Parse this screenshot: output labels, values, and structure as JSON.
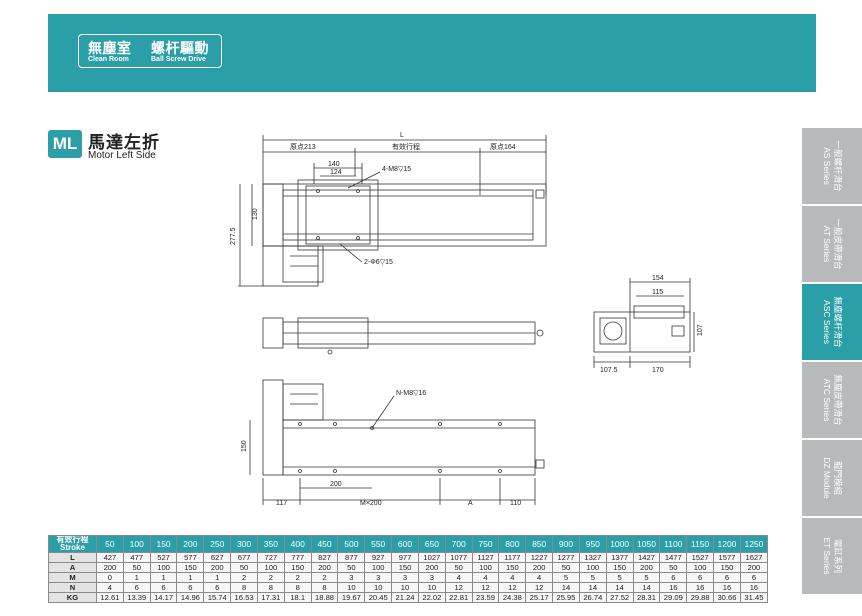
{
  "colors": {
    "teal": "#2a9fa8",
    "sidebar_gray": "#b8b9ba"
  },
  "header": {
    "cat1_zh": "無塵室",
    "cat2_zh": "螺杆驅動",
    "cat1_en": "Clean Room",
    "cat2_en": "Ball Screw Drive"
  },
  "section": {
    "code": "ML",
    "title_zh": "馬達左折",
    "title_en": "Motor Left Side"
  },
  "sidebar": {
    "tabs": [
      {
        "zh": "一般螺杆滑台",
        "en": "AS Series",
        "active": false
      },
      {
        "zh": "一般皮帶滑台",
        "en": "AT Series",
        "active": false
      },
      {
        "zh": "無塵螺杆滑台",
        "en": "ASC Series",
        "active": true
      },
      {
        "zh": "無塵皮帶滑台",
        "en": "ATC Series",
        "active": false
      },
      {
        "zh": "龍門模組",
        "en": "DZ Module",
        "active": false
      },
      {
        "zh": "電缸系列",
        "en": "ET Series",
        "active": false
      }
    ]
  },
  "drawing": {
    "top": {
      "L": "L",
      "origin_left": "原点213",
      "effective": "有效行程",
      "origin_right": "原点164",
      "dim140": "140",
      "dim124": "124",
      "hole4": "4-M8▽15",
      "hole2": "2-Φ6▽15",
      "dim130": "130",
      "dim2775": "277.5"
    },
    "side": {
      "dim154": "154",
      "dim115": "115",
      "dim107": "107",
      "dim1075": "107.5",
      "dim170": "170"
    },
    "bottom": {
      "holeN": "N-M8▽16",
      "dim150": "150",
      "dim200": "200",
      "dim117": "117",
      "dimM": "M×200",
      "dimA": "A",
      "dim110": "110"
    }
  },
  "table": {
    "stroke_zh": "有效行程",
    "stroke_en": "Stroke",
    "strokes": [
      "50",
      "100",
      "150",
      "200",
      "250",
      "300",
      "350",
      "400",
      "450",
      "500",
      "550",
      "600",
      "650",
      "700",
      "750",
      "800",
      "850",
      "900",
      "950",
      "1000",
      "1050",
      "1100",
      "1150",
      "1200",
      "1250"
    ],
    "rows": [
      {
        "label": "L",
        "values": [
          "427",
          "477",
          "527",
          "577",
          "627",
          "677",
          "727",
          "777",
          "827",
          "877",
          "927",
          "977",
          "1027",
          "1077",
          "1127",
          "1177",
          "1227",
          "1277",
          "1327",
          "1377",
          "1427",
          "1477",
          "1527",
          "1577",
          "1627"
        ]
      },
      {
        "label": "A",
        "values": [
          "200",
          "50",
          "100",
          "150",
          "200",
          "50",
          "100",
          "150",
          "200",
          "50",
          "100",
          "150",
          "200",
          "50",
          "100",
          "150",
          "200",
          "50",
          "100",
          "150",
          "200",
          "50",
          "100",
          "150",
          "200"
        ]
      },
      {
        "label": "M",
        "values": [
          "0",
          "1",
          "1",
          "1",
          "1",
          "2",
          "2",
          "2",
          "2",
          "3",
          "3",
          "3",
          "3",
          "4",
          "4",
          "4",
          "4",
          "5",
          "5",
          "5",
          "5",
          "6",
          "6",
          "6",
          "6"
        ]
      },
      {
        "label": "N",
        "values": [
          "4",
          "6",
          "6",
          "6",
          "6",
          "8",
          "8",
          "8",
          "8",
          "10",
          "10",
          "10",
          "10",
          "12",
          "12",
          "12",
          "12",
          "14",
          "14",
          "14",
          "14",
          "16",
          "16",
          "16",
          "16"
        ]
      },
      {
        "label": "KG",
        "values": [
          "12.61",
          "13.39",
          "14.17",
          "14.96",
          "15.74",
          "16.53",
          "17.31",
          "18.1",
          "18.88",
          "19.67",
          "20.45",
          "21.24",
          "22.02",
          "22.81",
          "23.59",
          "24.38",
          "25.17",
          "25.95",
          "26.74",
          "27.52",
          "28.31",
          "29.09",
          "29.88",
          "30.66",
          "31.45"
        ]
      }
    ]
  }
}
